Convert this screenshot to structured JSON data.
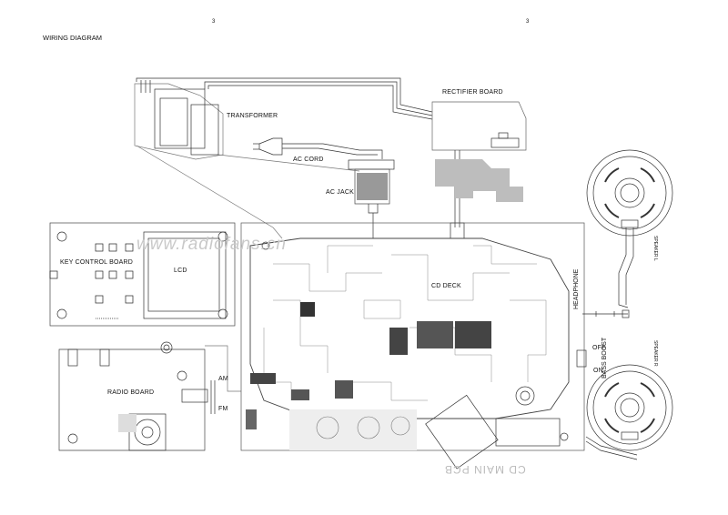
{
  "header": {
    "title": "WIRING DIAGRAM",
    "page_num_left": "3",
    "page_num_right": "3"
  },
  "watermark": "www.radiofans.cn",
  "labels": {
    "transformer": "TRANSFORMER",
    "rectifier_board": "RECTIFIER BOARD",
    "ac_cord": "AC CORD",
    "ac_jack": "AC JACK",
    "key_control_board": "KEY CONTROL BOARD",
    "lcd": "LCD",
    "cd_deck": "CD DECK",
    "headphone": "HEADPHONE",
    "bass_boost": "BASS BOOST",
    "off": "OFF",
    "on": "ON",
    "radio_board": "RADIO BOARD",
    "am": "AM",
    "fm": "FM",
    "cd_main_pcb": "CD MAIN PCB",
    "speaker_l": "SPEAKER L",
    "speaker_r": "SPEAKER R"
  }
}
